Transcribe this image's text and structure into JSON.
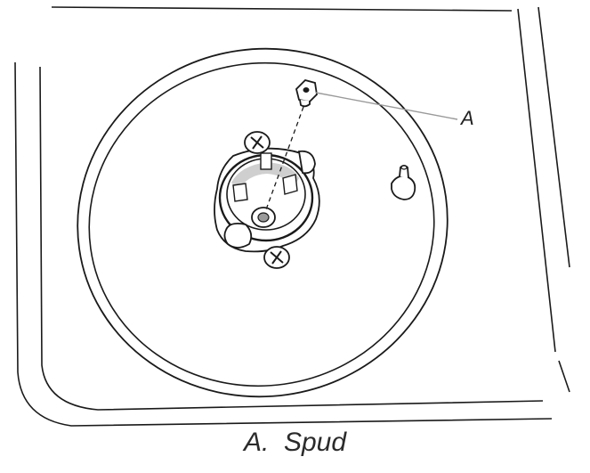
{
  "callout": {
    "letter": "A"
  },
  "caption": {
    "letter": "A.",
    "label": "Spud"
  },
  "colors": {
    "line": "#1a1a1a",
    "leader_line": "#9a9a9a",
    "background": "#ffffff"
  }
}
